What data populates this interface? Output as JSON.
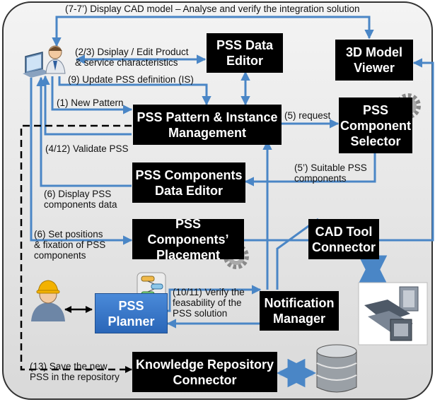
{
  "nodes": {
    "pss_data_editor": "PSS Data\nEditor",
    "model_viewer": "3D Model\nViewer",
    "pattern_mgmt": "PSS Pattern & Instance\nManagement",
    "component_selector": "PSS\nComponent\nSelector",
    "components_editor": "PSS Components\nData Editor",
    "placement": "PSS Components’\nPlacement",
    "cad_connector": "CAD Tool\nConnector",
    "notification": "Notification\nManager",
    "planner": "PSS\nPlanner",
    "repository": "Knowledge Repository\nConnector"
  },
  "edges": {
    "display_cad": "(7-7’) Display CAD model – Analyse and verify the integration solution",
    "display_edit": "(2/3) Dsiplay / Edit Product\n& service characteristics",
    "update_pss": "(9) Update PSS definition (IS)",
    "new_pattern": "(1) New Pattern",
    "request": "(5) request",
    "validate": "(4/12) Validate PSS",
    "suitable": "(5’) Suitable PSS\ncomponents",
    "display_components": "(6) Display PSS\ncomponents data",
    "set_positions": "(6) Set positions\n& fixation of PSS\ncomponents",
    "verify": "(10/11) Verify the\nfeasability of the\nPSS solution",
    "save": "(13) Save the new\nPSS in the repository"
  },
  "colors": {
    "arrow": "#4a86c6",
    "box": "#000000",
    "planner": "#2e74c9"
  }
}
